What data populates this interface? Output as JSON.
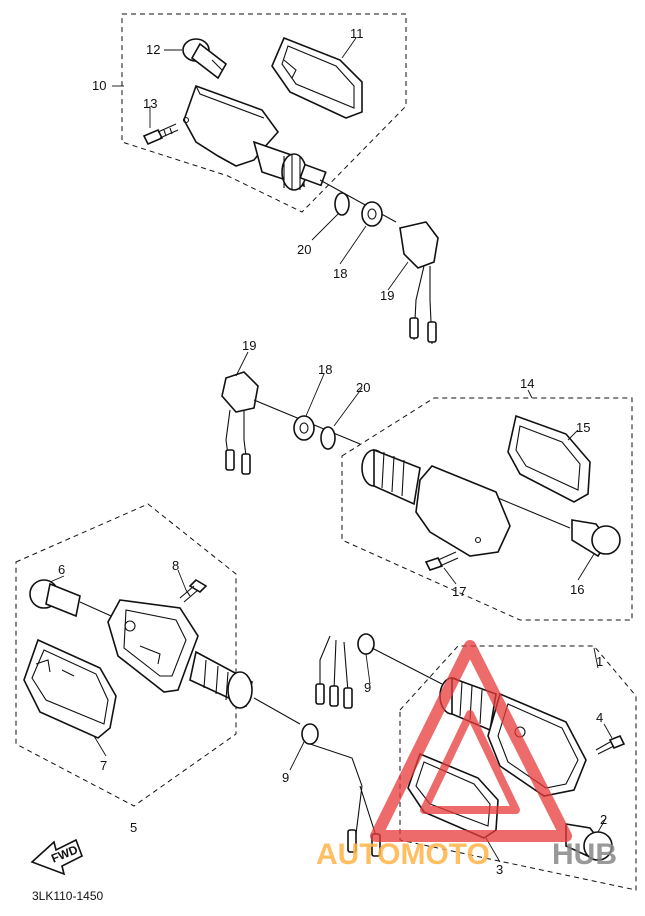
{
  "diagram": {
    "callouts": [
      {
        "id": "c1",
        "text": "1"
      },
      {
        "id": "c2",
        "text": "2"
      },
      {
        "id": "c3",
        "text": "3"
      },
      {
        "id": "c4",
        "text": "4"
      },
      {
        "id": "c5",
        "text": "5"
      },
      {
        "id": "c6",
        "text": "6"
      },
      {
        "id": "c7",
        "text": "7"
      },
      {
        "id": "c8",
        "text": "8"
      },
      {
        "id": "c9a",
        "text": "9"
      },
      {
        "id": "c9b",
        "text": "9"
      },
      {
        "id": "c10",
        "text": "10"
      },
      {
        "id": "c11",
        "text": "11"
      },
      {
        "id": "c12",
        "text": "12"
      },
      {
        "id": "c13",
        "text": "13"
      },
      {
        "id": "c14",
        "text": "14"
      },
      {
        "id": "c15",
        "text": "15"
      },
      {
        "id": "c16",
        "text": "16"
      },
      {
        "id": "c17",
        "text": "17"
      },
      {
        "id": "c18a",
        "text": "18"
      },
      {
        "id": "c18b",
        "text": "18"
      },
      {
        "id": "c19a",
        "text": "19"
      },
      {
        "id": "c19b",
        "text": "19"
      },
      {
        "id": "c20a",
        "text": "20"
      },
      {
        "id": "c20b",
        "text": "20"
      }
    ],
    "direction_label": "FWD",
    "drawing_code": "3LK110-1450"
  },
  "watermark": {
    "word_part1": "AUTOMOTO",
    "word_part2": "HUB",
    "color_primary": "#ffb347",
    "color_secondary": "#888888",
    "triangle_color": "#e83a3a"
  }
}
